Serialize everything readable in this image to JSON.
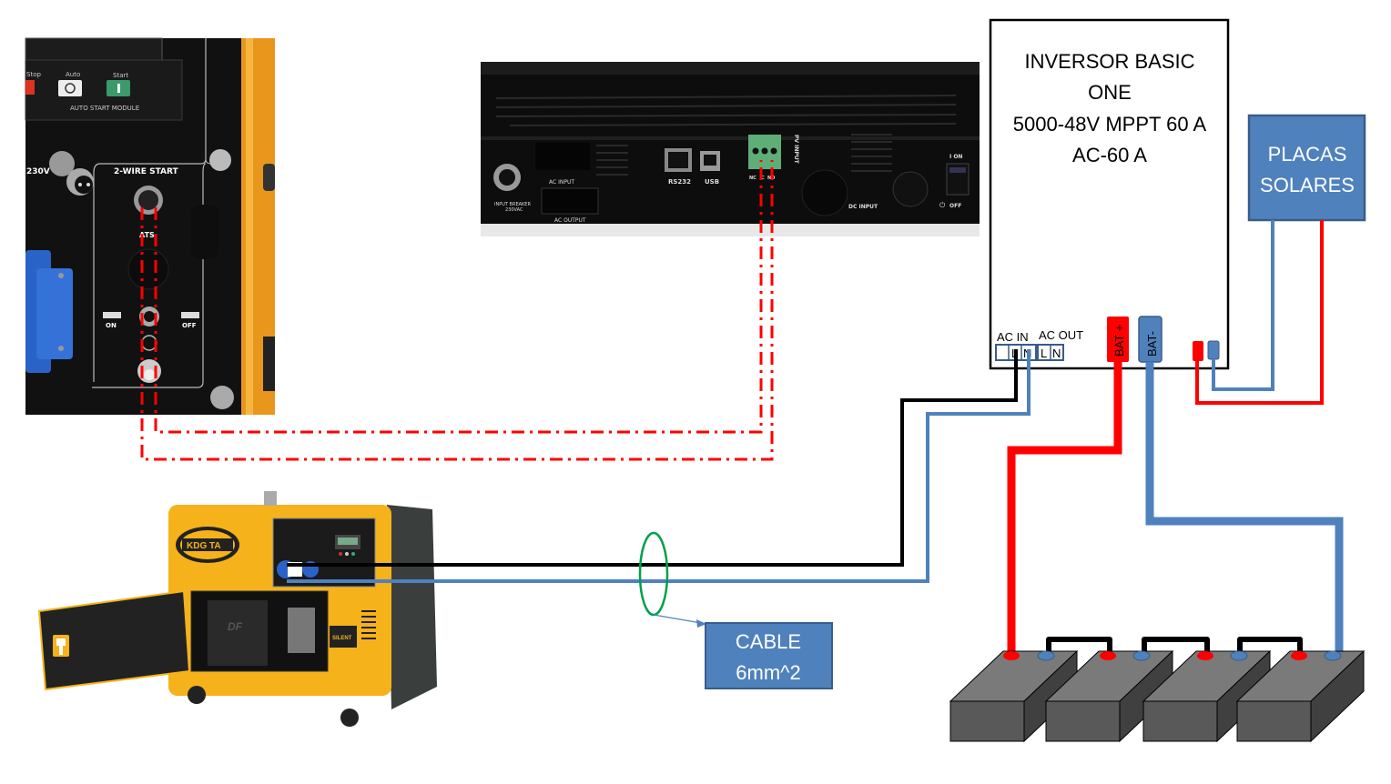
{
  "colors": {
    "red_wire": "#ff0000",
    "blue_wire": "#4f81bd",
    "black_wire": "#000000",
    "box_fill": "#4f81bd",
    "box_border": "#385d8a",
    "battery_top": "#7a7a7a",
    "battery_front": "#595959",
    "battery_side": "#404040",
    "ellipse": "#00a04a",
    "generator_body": "#f5b21b"
  },
  "inverter": {
    "title_lines": [
      "INVERSOR BASIC",
      "ONE",
      "5000-48V MPPT 60 A",
      "AC-60 A"
    ],
    "ac_in_label": "AC IN",
    "ac_out_label": "AC OUT",
    "ac_in_terminals": [
      "",
      "L",
      "N"
    ],
    "ac_out_terminals": [
      "L",
      "N"
    ],
    "bat_plus_label": "BAT +",
    "bat_minus_label": "BAT-"
  },
  "solar_panels": {
    "label_lines": [
      "PLACAS",
      "SOLARES"
    ]
  },
  "cable_callout": {
    "label_lines": [
      "CABLE",
      "6mm^2"
    ]
  },
  "inverter_photo": {
    "labels": {
      "input_breaker": "INPUT BREAKER",
      "breaker_voltage": "230VAC",
      "ac_input": "AC  INPUT",
      "ac_output": "AC  OUTPUT",
      "rs232": "RS232",
      "usb": "USB",
      "pv_input": "PV INPUT",
      "dry_contact": [
        "NC",
        "C",
        "NO"
      ],
      "dc_input": "DC  INPUT",
      "on": "I  ON",
      "off": "OFF"
    }
  },
  "generator_panel_photo": {
    "labels": {
      "stop": "Stop",
      "auto": "Auto",
      "start": "Start",
      "module": "AUTO START MODULE",
      "voltage": "230V",
      "two_wire": "2-WIRE START",
      "ats": "ATS",
      "on": "ON",
      "off": "OFF"
    }
  },
  "generator_photo": {
    "model_badge": "KDG TA",
    "silent_badge": "SILENT",
    "brand": "DF"
  },
  "battery_bank": {
    "count": 4
  }
}
